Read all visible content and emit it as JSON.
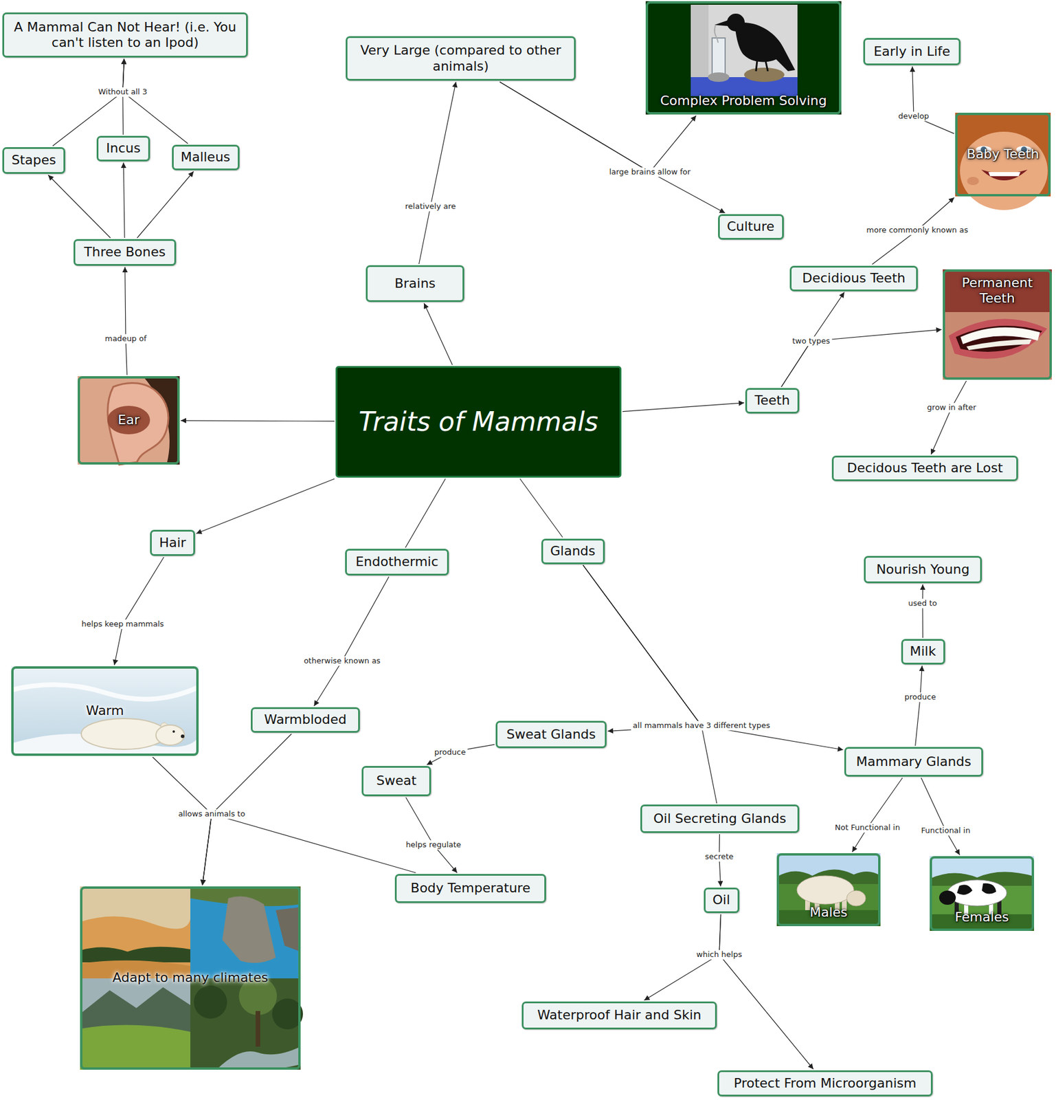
{
  "diagram": {
    "nodes": [
      {
        "text": [
          "A Mammal Can Not Hear! (i.e. You can't listen to an Ipod)"
        ]
      },
      {
        "text": [
          "Very Large (compared to other animals)"
        ]
      },
      {
        "text": [
          "Complex Problem Solving"
        ]
      },
      {
        "text": [
          "Early in Life"
        ]
      },
      {
        "text": [
          "Stapes"
        ]
      },
      {
        "text": [
          "Incus"
        ]
      },
      {
        "text": [
          "Malleus"
        ]
      },
      {
        "text": [
          "Baby Teeth"
        ]
      },
      {
        "text": [
          "Culture"
        ]
      },
      {
        "text": [
          "Three Bones"
        ]
      },
      {
        "text": [
          "Brains"
        ]
      },
      {
        "text": [
          "Decidious Teeth"
        ]
      },
      {
        "text": [
          "Permanent Teeth"
        ]
      },
      {
        "text": [
          "Ear"
        ]
      },
      {
        "text": [
          "Traits of Mammals"
        ]
      },
      {
        "text": [
          "Teeth"
        ]
      },
      {
        "text": [
          "Decidous Teeth are Lost"
        ]
      },
      {
        "text": [
          "Hair"
        ]
      },
      {
        "text": [
          "Endothermic"
        ]
      },
      {
        "text": [
          "Glands"
        ]
      },
      {
        "text": [
          "Nourish Young"
        ]
      },
      {
        "text": [
          "Milk"
        ]
      },
      {
        "text": [
          "Warm"
        ]
      },
      {
        "text": [
          "Warmbloded"
        ]
      },
      {
        "text": [
          "Sweat Glands"
        ]
      },
      {
        "text": [
          "Sweat"
        ]
      },
      {
        "text": [
          "Mammary Glands"
        ]
      },
      {
        "text": [
          "Oil Secreting Glands"
        ]
      },
      {
        "text": [
          "Body Temperature"
        ]
      },
      {
        "text": [
          "Oil"
        ]
      },
      {
        "text": [
          "Males"
        ]
      },
      {
        "text": [
          "Females"
        ]
      },
      {
        "text": [
          "Adapt to many climates"
        ]
      },
      {
        "text": [
          "Waterproof Hair and Skin"
        ]
      },
      {
        "text": [
          "Protect From Microorganism"
        ]
      }
    ],
    "edges": [
      {
        "from": 14,
        "to": 13,
        "arrow": "to"
      },
      {
        "from": 13,
        "to": 9,
        "label": "madeup of",
        "arrow": "to"
      },
      {
        "from": 9,
        "to": 4,
        "arrow": "to"
      },
      {
        "from": 9,
        "to": 5,
        "arrow": "to"
      },
      {
        "from": 9,
        "to": 6,
        "arrow": "to"
      },
      {
        "from": 4,
        "to": 0,
        "label": "Without all 3",
        "arrow": "to"
      },
      {
        "from": 5,
        "to": 0,
        "arrow": "to"
      },
      {
        "from": 6,
        "to": 0,
        "arrow": "to"
      },
      {
        "from": 14,
        "to": 10,
        "arrow": "to"
      },
      {
        "from": 10,
        "to": 1,
        "label": "relatively are",
        "arrow": "to"
      },
      {
        "from": 1,
        "to": 2,
        "label": "large brains allow for",
        "arrow": "to"
      },
      {
        "from": 1,
        "to": 8,
        "arrow": "to"
      },
      {
        "from": 14,
        "to": 15,
        "arrow": "to"
      },
      {
        "from": 15,
        "to": 11,
        "label": "two types",
        "arrow": "to"
      },
      {
        "from": 15,
        "to": 12,
        "arrow": "to"
      },
      {
        "from": 11,
        "to": 7,
        "label": "more commonly known as",
        "arrow": "to"
      },
      {
        "from": 7,
        "to": 3,
        "label": "develop",
        "arrow": "to"
      },
      {
        "from": 12,
        "to": 16,
        "label": "grow in after",
        "arrow": "to"
      },
      {
        "from": 14,
        "to": 17,
        "arrow": "to"
      },
      {
        "from": 17,
        "to": 22,
        "label": "helps keep mammals",
        "arrow": "to"
      },
      {
        "from": 14,
        "to": 18,
        "arrow": "none"
      },
      {
        "from": 14,
        "to": 19,
        "arrow": "none"
      },
      {
        "from": 18,
        "to": 23,
        "label": "otherwise known as",
        "arrow": "to"
      },
      {
        "from": 22,
        "to": 32,
        "label": "allows animals to",
        "arrow": "to"
      },
      {
        "from": 23,
        "to": 32,
        "arrow": "to"
      },
      {
        "from": 28,
        "to": 32,
        "arrow": "to"
      },
      {
        "from": 19,
        "to": 24,
        "label": "all mammals have 3 different types",
        "arrow": "to"
      },
      {
        "from": 19,
        "to": 26,
        "arrow": "to"
      },
      {
        "from": 19,
        "to": 27,
        "arrow": "none"
      },
      {
        "from": 24,
        "to": 25,
        "label": "produce",
        "arrow": "to"
      },
      {
        "from": 25,
        "to": 28,
        "label": "helps regulate",
        "arrow": "to"
      },
      {
        "from": 26,
        "to": 21,
        "label": "produce",
        "arrow": "to"
      },
      {
        "from": 21,
        "to": 20,
        "label": "used to",
        "arrow": "to"
      },
      {
        "from": 26,
        "to": 30,
        "label": "Not Functional in",
        "arrow": "to"
      },
      {
        "from": 26,
        "to": 31,
        "label": "Functional in",
        "arrow": "to"
      },
      {
        "from": 27,
        "to": 29,
        "label": "secrete",
        "arrow": "to"
      },
      {
        "from": 29,
        "to": 33,
        "label": "which helps",
        "arrow": "to"
      },
      {
        "from": 29,
        "to": 34,
        "arrow": "to"
      }
    ]
  }
}
